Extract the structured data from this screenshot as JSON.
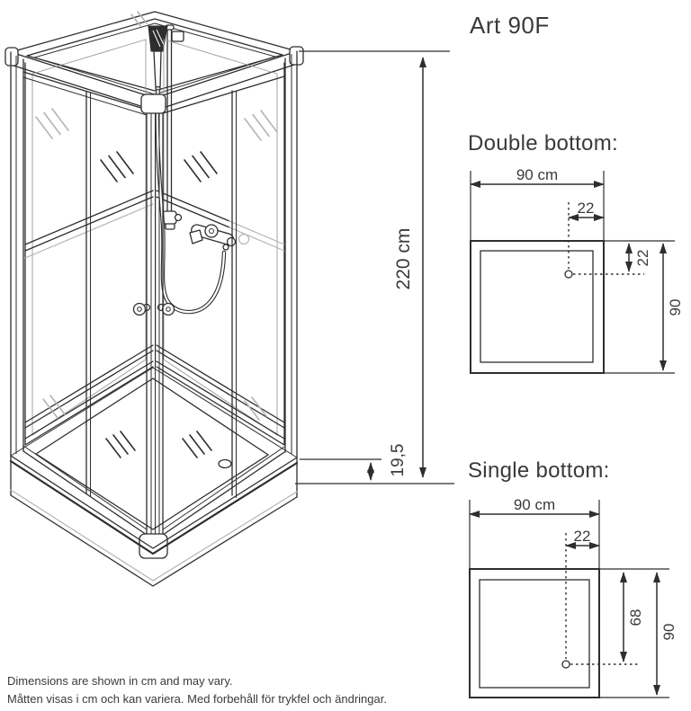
{
  "title": "Art 90F",
  "cabin": {
    "description": "isometric shower cabin line drawing",
    "height_dimension": "220 cm",
    "tray_height_dimension": "19,5"
  },
  "double_bottom": {
    "heading": "Double bottom:",
    "width": "90 cm",
    "drain_offset_top": "22",
    "drain_offset_side": "22",
    "depth": "90"
  },
  "single_bottom": {
    "heading": "Single bottom:",
    "width": "90 cm",
    "drain_offset_top": "22",
    "drain_offset_side": "68",
    "depth": "90"
  },
  "footer": {
    "line1": "Dimensions are shown in cm and may vary.",
    "line2": "Måtten visas i cm och kan variera. Med forbehåll för trykfel och ändringar."
  },
  "colors": {
    "line": "#2e2e2e",
    "light_line": "#b4b4b4",
    "text": "#3a3a3a",
    "background": "#ffffff"
  }
}
